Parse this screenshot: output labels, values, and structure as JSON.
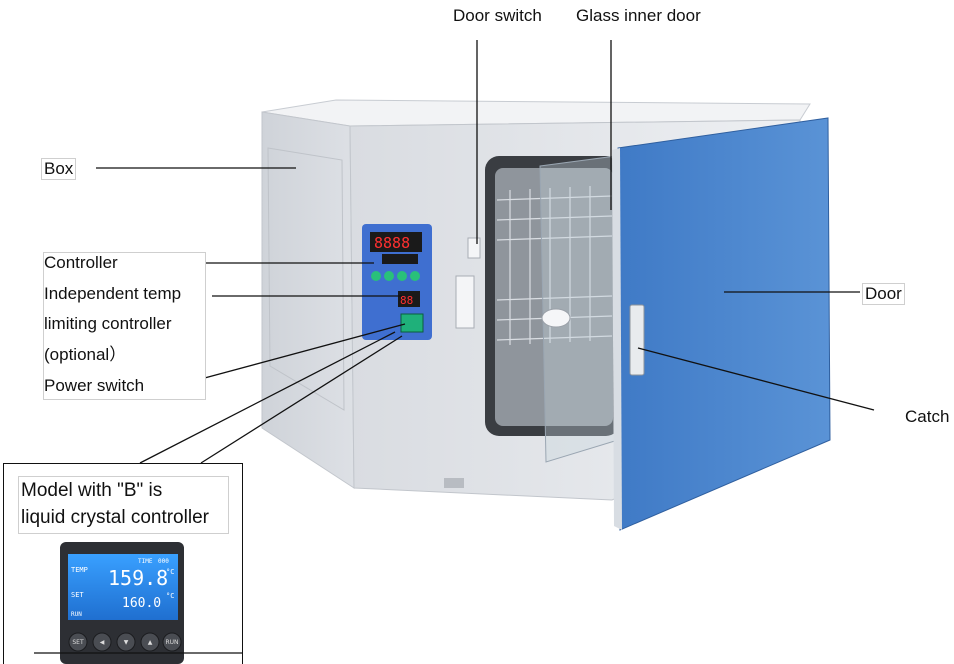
{
  "labels": {
    "door_switch": "Door switch",
    "glass_inner_door": "Glass inner door",
    "box": "Box",
    "controller": "Controller",
    "temp_limit_1": "Independent temp",
    "temp_limit_2": "limiting controller",
    "temp_limit_3": "(optional）",
    "power_switch": "Power switch",
    "door": "Door",
    "catch": "Catch"
  },
  "inset": {
    "caption_line1": "Model with \"B\" is",
    "caption_line2": "liquid crystal controller",
    "lcd": {
      "temp_label": "TEMP",
      "temp_value": "159.8",
      "set_label": "SET",
      "set_value": "160.0",
      "time_label": "TIME",
      "time_value": "000",
      "run_label": "RUN",
      "unit": "°C"
    },
    "buttons": [
      "SET",
      "◀",
      "▼",
      "▲",
      "RUN"
    ]
  },
  "colors": {
    "door_blue": "#4c86cf",
    "panel_blue": "#3f6fd0",
    "cabinet_grey": "#e4e6ea",
    "lcd_blue": "#2f8ff0"
  }
}
